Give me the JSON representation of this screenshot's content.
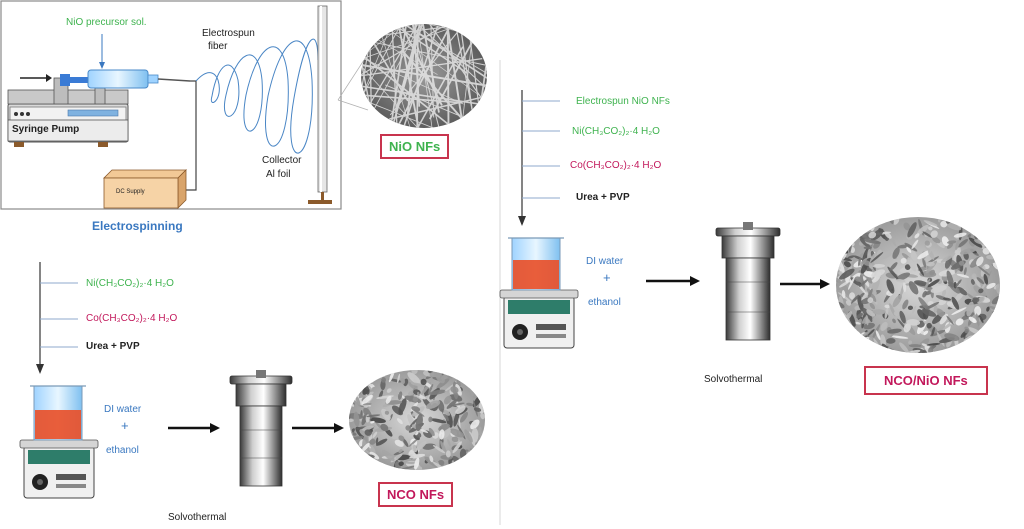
{
  "electrospinning": {
    "precursor_label": "NiO precursor sol.",
    "fiber_label_line1": "Electrospun",
    "fiber_label_line2": "fiber",
    "pump_label": "Syringe Pump",
    "supply_label": "DC Supply",
    "collector_line1": "Collector",
    "collector_line2": "Al foil",
    "caption": "Electrospinning",
    "product": "NiO NFs"
  },
  "route_nco": {
    "reagent_1": "Ni(CH₃CO₂)₂·4 H₂O",
    "reagent_2": "Co(CH₃CO₂)₂·4 H₂O",
    "reagent_3": "Urea + PVP",
    "solvent_line1": "DI water",
    "solvent_plus": "+",
    "solvent_line2": "ethanol",
    "process": "Solvothermal",
    "product": "NCO NFs"
  },
  "route_composite": {
    "reagent_0": "Electrospun NiO NFs",
    "reagent_1": "Ni(CH₃CO₂)₂·4 H₂O",
    "reagent_2": "Co(CH₃CO₂)₂·4 H₂O",
    "reagent_3": "Urea + PVP",
    "solvent_line1": "DI water",
    "solvent_plus": "+",
    "solvent_line2": "ethanol",
    "process": "Solvothermal",
    "product": "NCO/NiO NFs"
  },
  "colors": {
    "green_text": "#3fb34f",
    "magenta_text": "#c2185b",
    "blue_text": "#3a78c0",
    "product_border": "#c8344e",
    "liquid": "#e8502a",
    "connector": "#8b5a2b"
  }
}
